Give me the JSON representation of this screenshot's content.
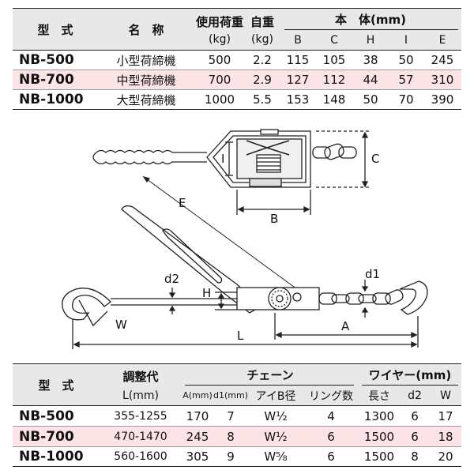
{
  "top_table": {
    "headers": {
      "model": "型　式",
      "name": "名　称",
      "working_load": "使用荷重",
      "working_load_unit": "(kg)",
      "self_weight": "自重",
      "self_weight_unit": "(kg)",
      "body": "本　体(mm)",
      "dims": [
        "B",
        "C",
        "H",
        "I",
        "E"
      ]
    },
    "rows": [
      {
        "model": "NB-500",
        "name": "小型荷締機",
        "load": "500",
        "weight": "2.2",
        "B": "115",
        "C": "105",
        "H": "38",
        "I": "50",
        "E": "245"
      },
      {
        "model": "NB-700",
        "name": "中型荷締機",
        "load": "700",
        "weight": "2.9",
        "B": "127",
        "C": "112",
        "H": "44",
        "I": "57",
        "E": "310"
      },
      {
        "model": "NB-1000",
        "name": "大型荷締機",
        "load": "1000",
        "weight": "5.5",
        "B": "153",
        "C": "148",
        "H": "50",
        "I": "70",
        "E": "390"
      }
    ]
  },
  "diagram_labels": {
    "I": "I",
    "C": "C",
    "B": "B",
    "E": "E",
    "d2": "d2",
    "d1": "d1",
    "H": "H",
    "A": "A",
    "W": "W",
    "L": "L"
  },
  "bottom_table": {
    "headers": {
      "model": "型　式",
      "adjust": "調整代",
      "adjust_unit": "L(mm)",
      "chain": "チェーン",
      "chain_A": "A(mm)",
      "chain_d1": "d1(mm)",
      "chain_eye": "アイB径",
      "chain_links": "リング数",
      "wire": "ワイヤー(mm)",
      "wire_length": "長さ",
      "wire_d2": "d2",
      "wire_W": "W"
    },
    "rows": [
      {
        "model": "NB-500",
        "adjust": "355-1255",
        "A": "170",
        "d1": "7",
        "eye": "W½",
        "links": "4",
        "length": "1300",
        "d2": "6",
        "W": "17"
      },
      {
        "model": "NB-700",
        "adjust": "470-1470",
        "A": "245",
        "d1": "8",
        "eye": "W½",
        "links": "6",
        "length": "1500",
        "d2": "6",
        "W": "18"
      },
      {
        "model": "NB-1000",
        "adjust": "560-1600",
        "A": "305",
        "d1": "9",
        "eye": "W⅝",
        "links": "6",
        "length": "1500",
        "d2": "8",
        "W": "20"
      }
    ]
  }
}
